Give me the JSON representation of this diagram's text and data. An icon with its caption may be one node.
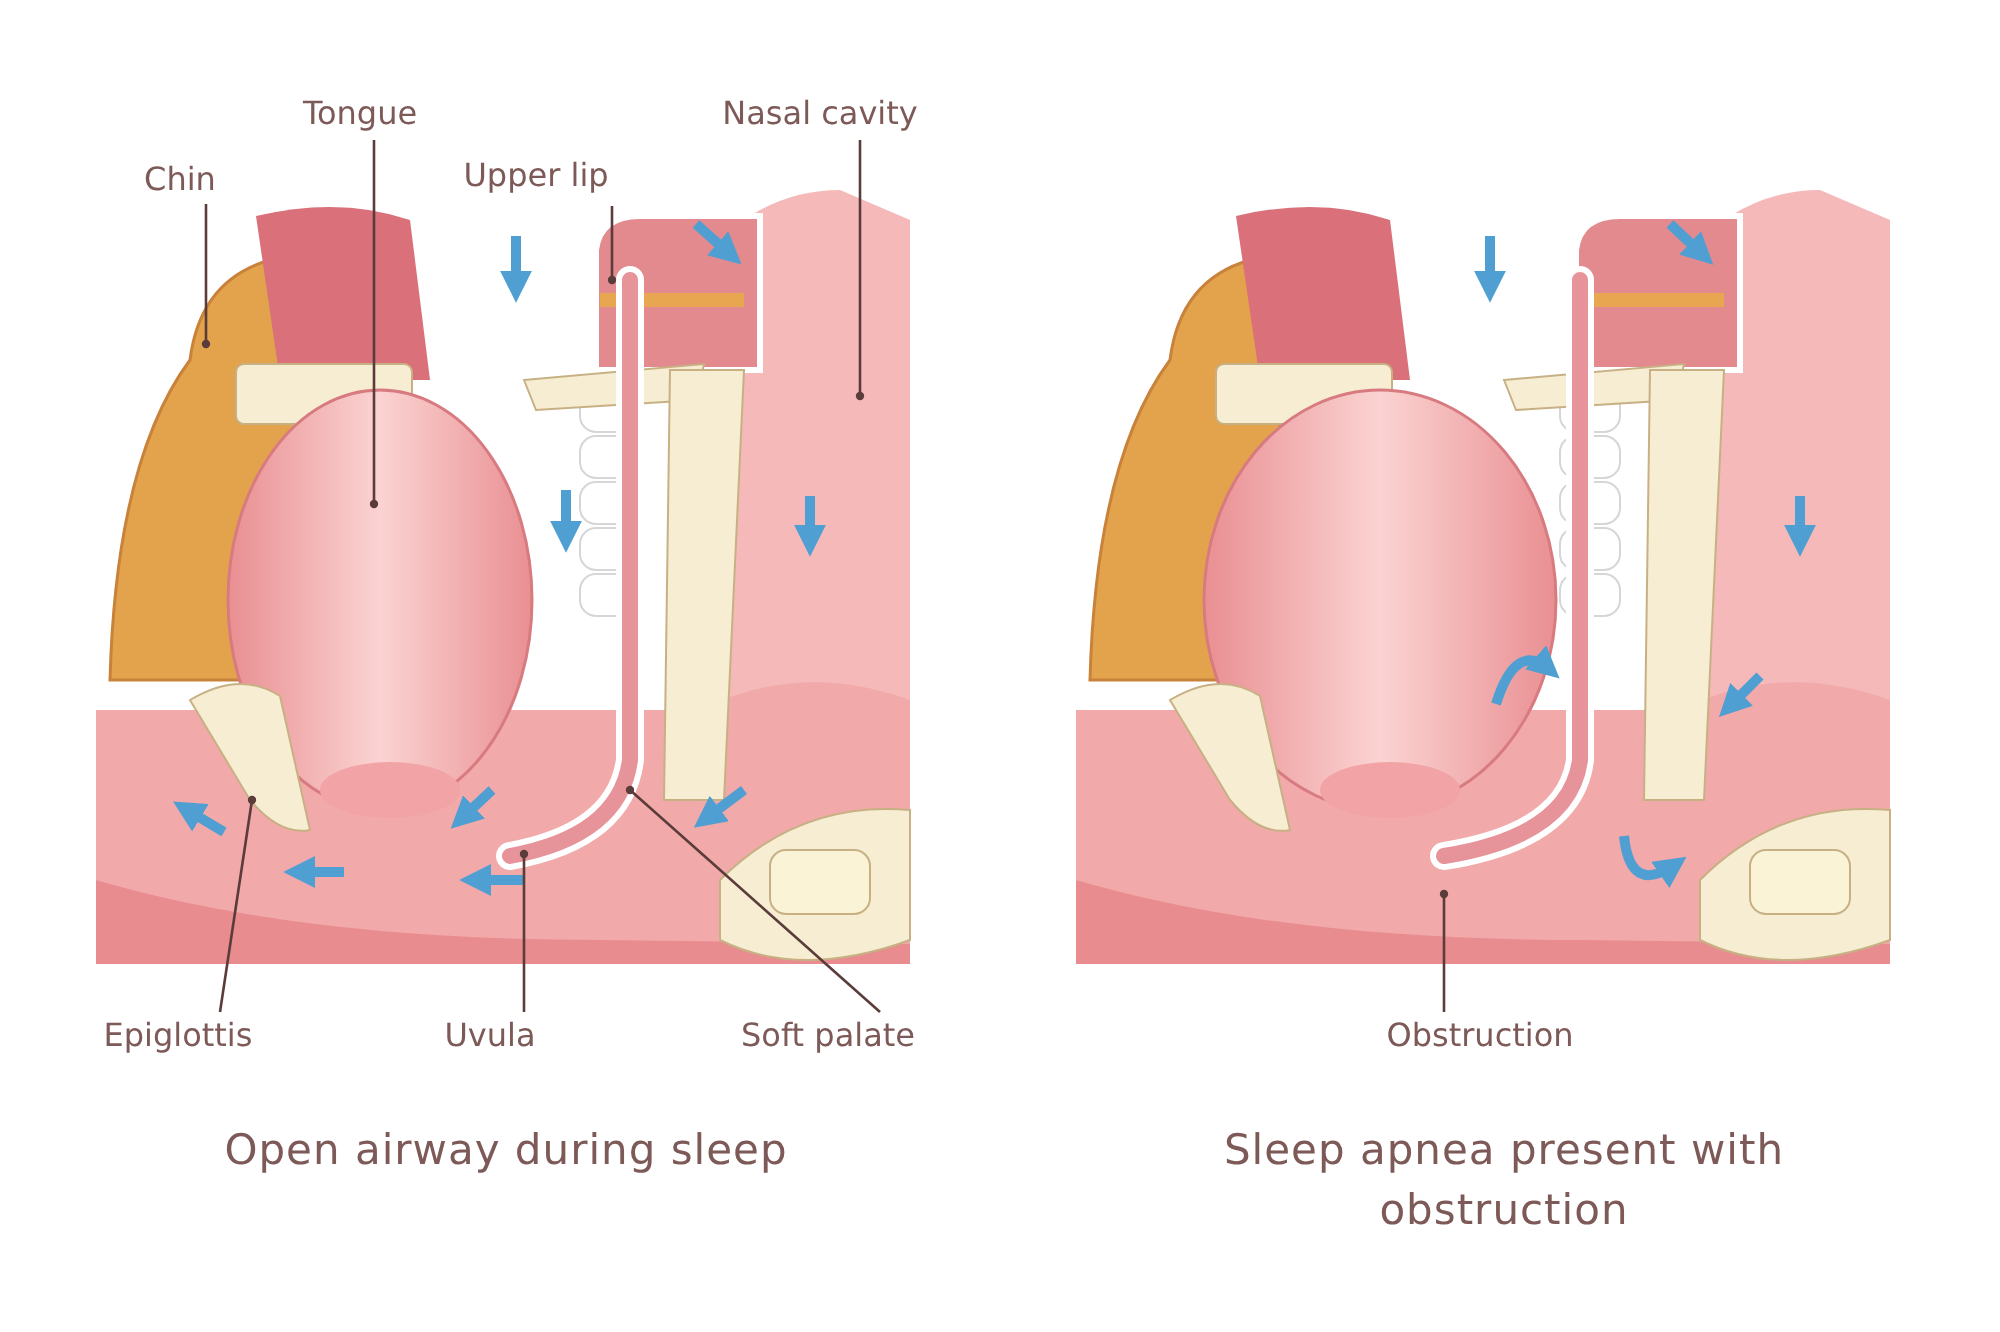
{
  "diagram": {
    "nodes": [
      {
        "text": [
          "Chin"
        ]
      },
      {
        "text": [
          "Tongue"
        ]
      },
      {
        "text": [
          "Upper lip"
        ]
      },
      {
        "text": [
          "Nasal cavity"
        ]
      },
      {
        "text": [
          "Epiglottis"
        ]
      },
      {
        "text": [
          "Uvula"
        ]
      },
      {
        "text": [
          "Soft palate"
        ]
      },
      {
        "text": [
          "Obstruction"
        ]
      }
    ],
    "edges": [
      {
        "from": 0,
        "to": null,
        "arrow": "other"
      },
      {
        "from": 1,
        "to": null,
        "arrow": "other"
      },
      {
        "from": 2,
        "to": null,
        "arrow": "other"
      },
      {
        "from": 3,
        "to": null,
        "arrow": "other"
      },
      {
        "from": 4,
        "to": null,
        "arrow": "other"
      },
      {
        "from": 5,
        "to": null,
        "arrow": "other"
      },
      {
        "from": 6,
        "to": null,
        "arrow": "other"
      },
      {
        "from": 7,
        "to": null,
        "arrow": "other"
      }
    ],
    "labels": [
      "Open airway during sleep",
      "Sleep apnea present with obstruction"
    ]
  }
}
